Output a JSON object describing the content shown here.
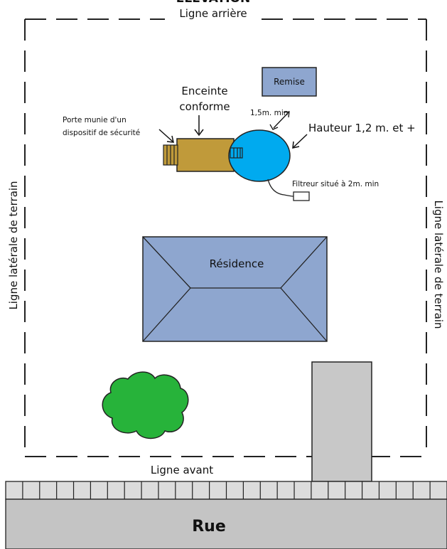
{
  "header_cut": "ÉLÉVATION",
  "lines": {
    "rear": "Ligne arrière",
    "front": "Ligne avant",
    "side_left": "Ligne latérale de terrain",
    "side_right": "Ligne latérale de terrain"
  },
  "labels": {
    "shed": "Remise",
    "enclosure_line1": "Enceinte",
    "enclosure_line2": "conforme",
    "door_line1": "Porte munie d'un",
    "door_line2": "dispositif de sécurité",
    "distance": "1,5m. min",
    "height": "Hauteur 1,2 m. et +",
    "filter": "Filtreur situé à 2m. min",
    "residence": "Résidence",
    "street": "Rue"
  },
  "colors": {
    "pool": "#00aaef",
    "enclosure": "#c09a3a",
    "shed": "#8ea6cf",
    "residence": "#8ea6cf",
    "garage": "#c8c8c8",
    "street": "#c4c4c4",
    "sidewalk": "#dcdcdc",
    "tree": "#27b33a",
    "dash": "#222222"
  },
  "sidewalk_tiles": 26
}
